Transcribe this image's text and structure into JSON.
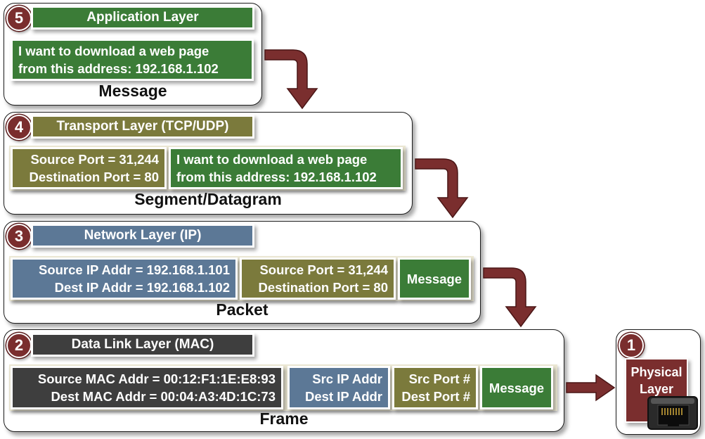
{
  "layers": {
    "application": {
      "number": "5",
      "title": "Application Layer",
      "message_line1": "I want to download a web page",
      "message_line2": "from this address: 192.168.1.102",
      "caption": "Message"
    },
    "transport": {
      "number": "4",
      "title": "Transport Layer (TCP/UDP)",
      "ports_line1": "Source Port = 31,244",
      "ports_line2": "Destination Port = 80",
      "message_line1": "I want to download a web page",
      "message_line2": "from this address: 192.168.1.102",
      "caption": "Segment/Datagram"
    },
    "network": {
      "number": "3",
      "title": "Network Layer (IP)",
      "ip_line1": "Source IP Addr = 192.168.1.101",
      "ip_line2": "Dest IP Addr = 192.168.1.102",
      "ports_line1": "Source Port = 31,244",
      "ports_line2": "Destination Port = 80",
      "message": "Message",
      "caption": "Packet"
    },
    "datalink": {
      "number": "2",
      "title": "Data Link Layer (MAC)",
      "mac_line1": "Source MAC Addr = 00:12:F1:1E:E8:93",
      "mac_line2": "Dest MAC Addr = 00:04:A3:4D:1C:73",
      "ip_line1": "Src IP Addr",
      "ip_line2": "Dest IP Addr",
      "ports_line1": "Src Port #",
      "ports_line2": "Dest Port #",
      "message": "Message",
      "caption": "Frame"
    },
    "physical": {
      "number": "1",
      "title_line1": "Physical",
      "title_line2": "Layer",
      "icon": "ethernet-port-icon"
    }
  },
  "colors": {
    "application": "#3b7c37",
    "transport": "#7b7a3c",
    "network": "#5c7896",
    "datalink": "#3e3e3e",
    "physical": "#7a2e2e",
    "arrow": "#7a2e2e"
  }
}
